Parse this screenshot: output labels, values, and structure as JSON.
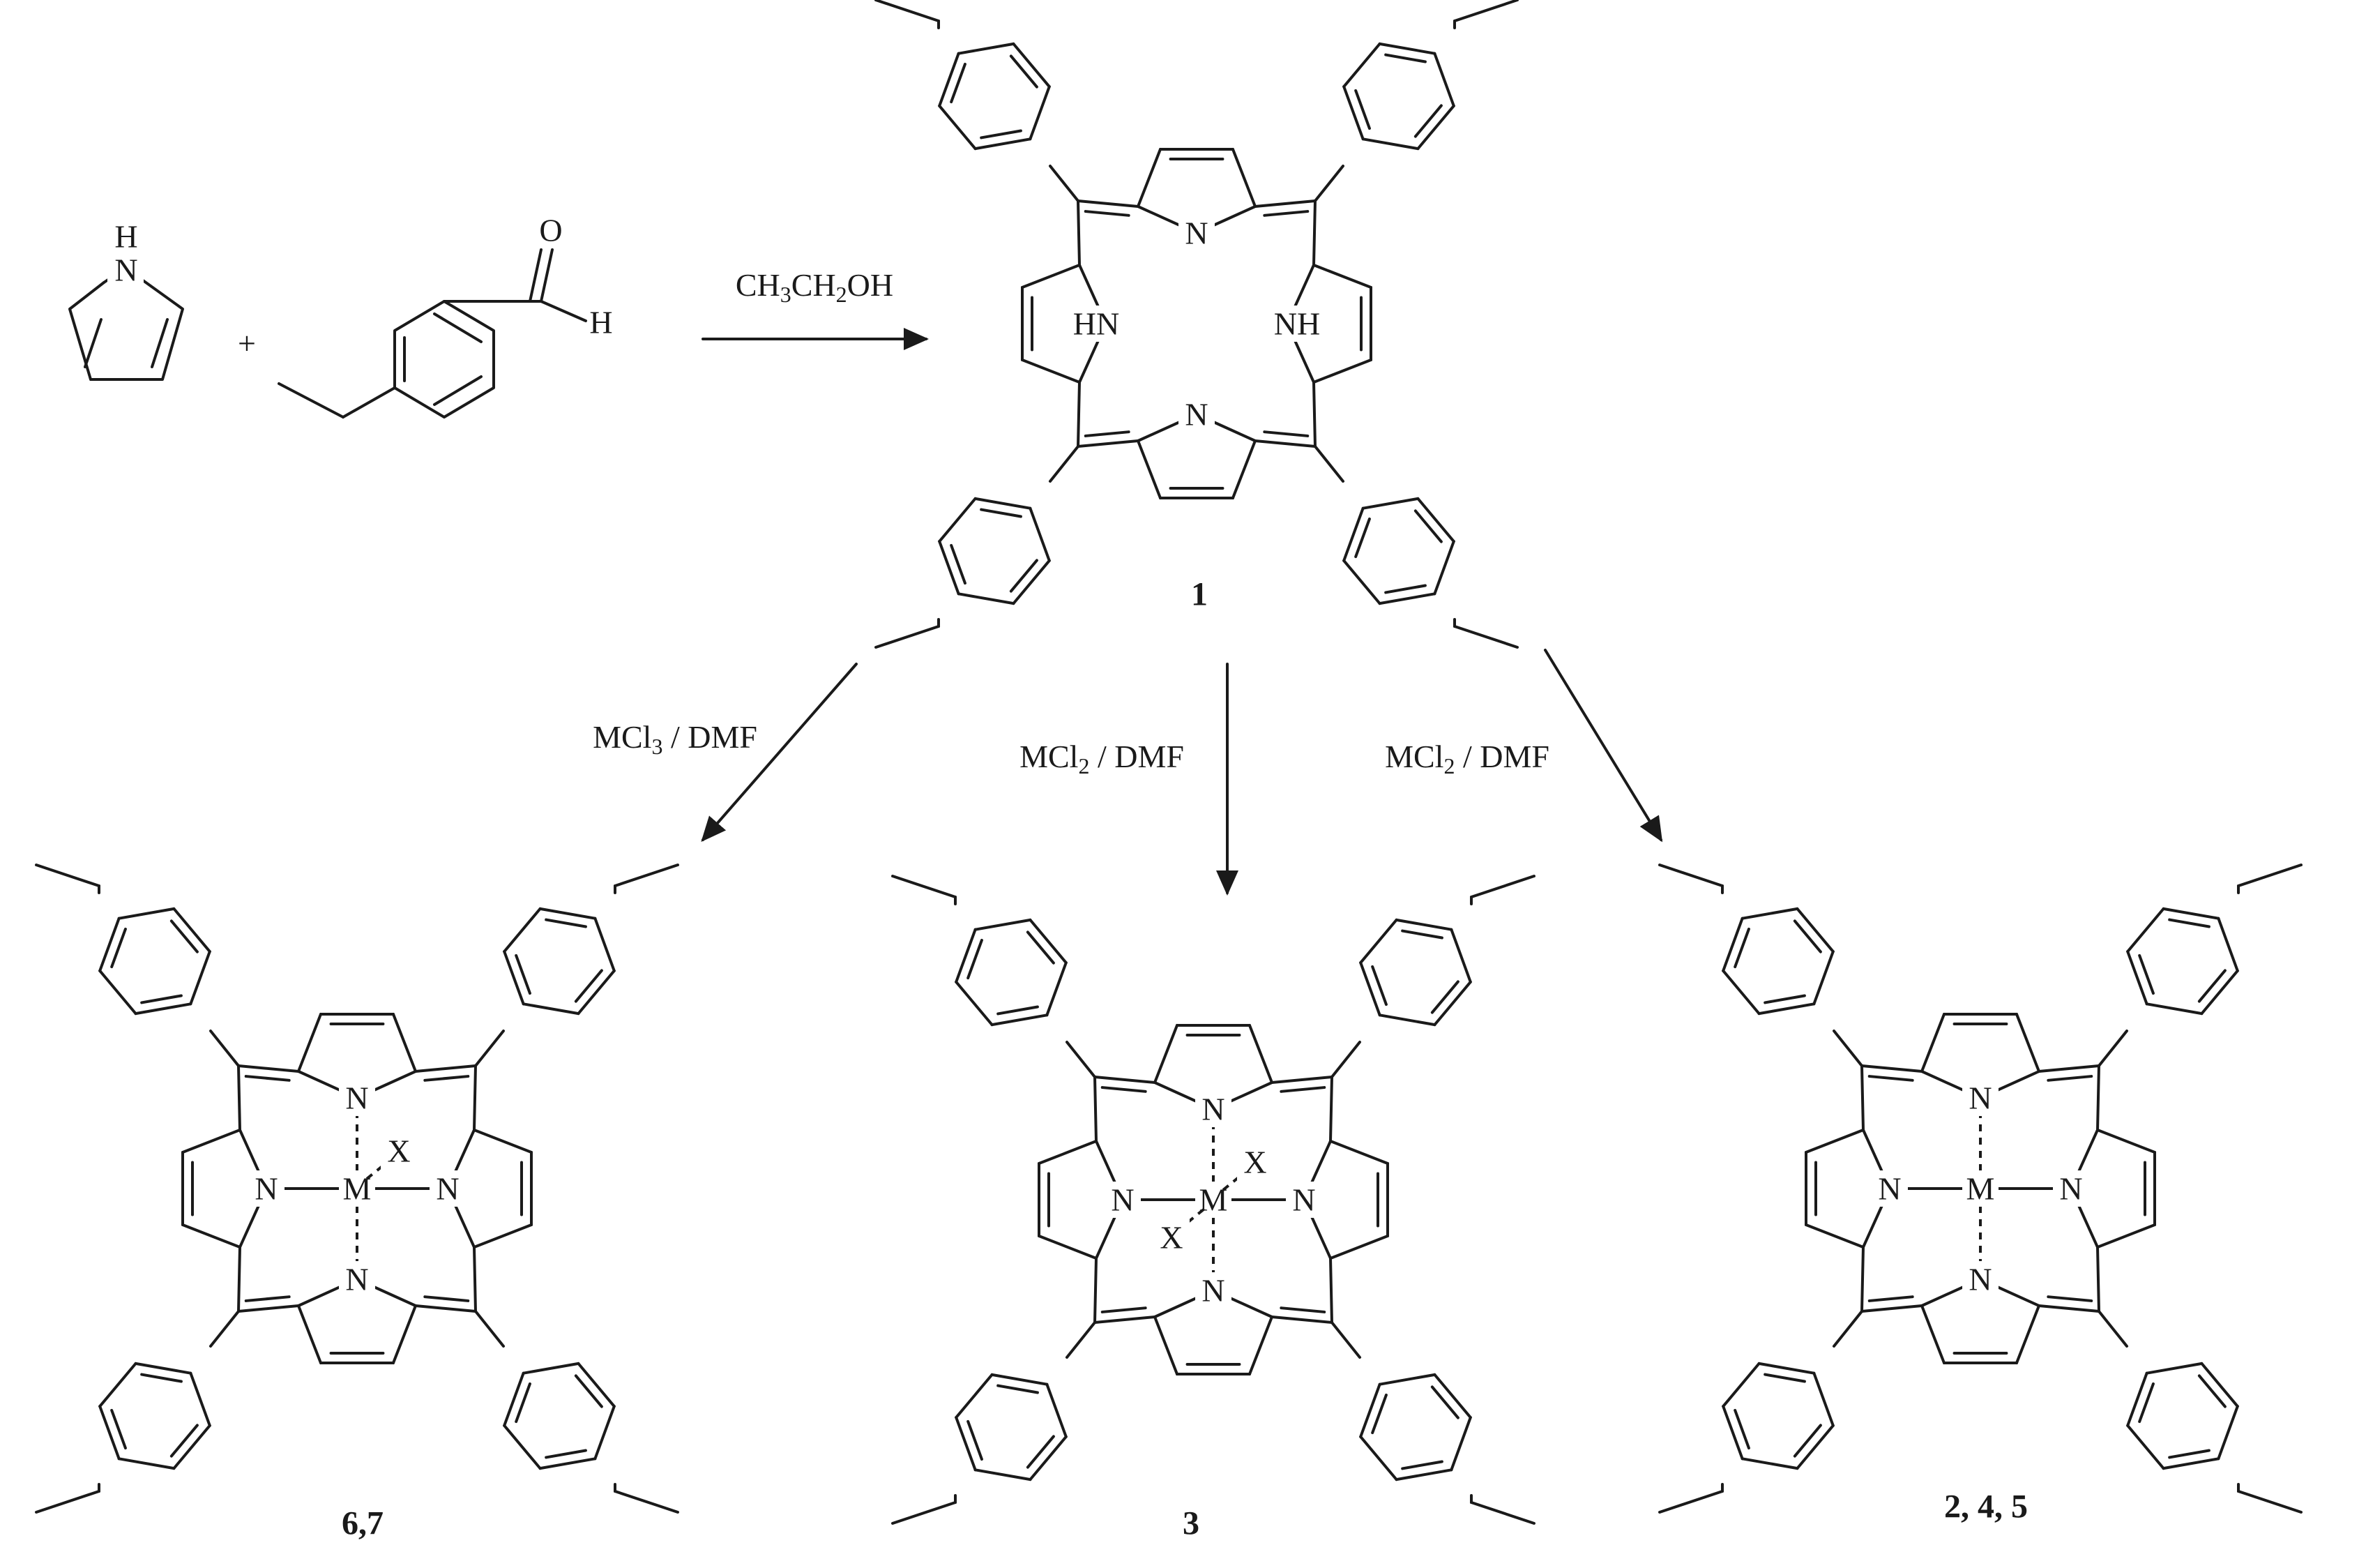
{
  "reagents": {
    "plus": "+",
    "pyrrole_nh": "N",
    "pyrrole_h": "H",
    "aldehyde_o": "O",
    "aldehyde_h": "H"
  },
  "conditions": {
    "step1": {
      "a": "CH",
      "a_sub": "3",
      "b": "CH",
      "b_sub": "2",
      "c": "OH"
    },
    "left": {
      "a": "MCl",
      "a_sub": "3",
      "b": " / DMF"
    },
    "middle": {
      "a": "MCl",
      "a_sub": "2",
      "b": " / DMF"
    },
    "right": {
      "a": "MCl",
      "a_sub": "2",
      "b": " / DMF"
    }
  },
  "atoms": {
    "N": "N",
    "NH": "NH",
    "HN": "HN",
    "M": "M",
    "X": "X"
  },
  "compounds": {
    "free_base": "1",
    "left": "6,7",
    "middle": "3",
    "right": "2, 4, 5"
  }
}
